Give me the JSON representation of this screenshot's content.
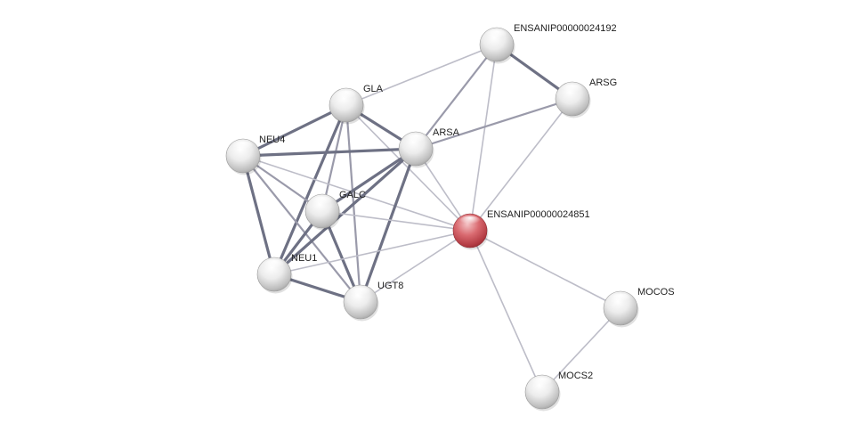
{
  "network": {
    "colors": {
      "node_default": "#e6e6e6",
      "node_query": "#d85a60",
      "edge_weak": "#bdbdc8",
      "edge_mid": "#9a9aaa",
      "edge_strong": "#6e7184"
    },
    "nodes": [
      {
        "id": "ENSANIP00000024192",
        "label": "ENSANIP00000024192",
        "query": false
      },
      {
        "id": "ARSG",
        "label": "ARSG",
        "query": false
      },
      {
        "id": "GLA",
        "label": "GLA",
        "query": false
      },
      {
        "id": "ARSA",
        "label": "ARSA",
        "query": false
      },
      {
        "id": "NEU4",
        "label": "NEU4",
        "query": false
      },
      {
        "id": "GALC",
        "label": "GALC",
        "query": false
      },
      {
        "id": "ENSANIP00000024851",
        "label": "ENSANIP00000024851",
        "query": true
      },
      {
        "id": "NEU1",
        "label": "NEU1",
        "query": false
      },
      {
        "id": "UGT8",
        "label": "UGT8",
        "query": false
      },
      {
        "id": "MOCOS",
        "label": "MOCOS",
        "query": false
      },
      {
        "id": "MOCS2",
        "label": "MOCS2",
        "query": false
      }
    ],
    "edges": [
      {
        "source": "ENSANIP00000024192",
        "target": "ARSG",
        "strength": "strong"
      },
      {
        "source": "ENSANIP00000024192",
        "target": "GLA",
        "strength": "weak"
      },
      {
        "source": "ENSANIP00000024192",
        "target": "ARSA",
        "strength": "mid"
      },
      {
        "source": "ENSANIP00000024192",
        "target": "ENSANIP00000024851",
        "strength": "weak"
      },
      {
        "source": "ARSG",
        "target": "ARSA",
        "strength": "mid"
      },
      {
        "source": "ARSG",
        "target": "ENSANIP00000024851",
        "strength": "weak"
      },
      {
        "source": "GLA",
        "target": "ARSA",
        "strength": "strong"
      },
      {
        "source": "GLA",
        "target": "NEU4",
        "strength": "strong"
      },
      {
        "source": "GLA",
        "target": "GALC",
        "strength": "mid"
      },
      {
        "source": "GLA",
        "target": "NEU1",
        "strength": "strong"
      },
      {
        "source": "GLA",
        "target": "UGT8",
        "strength": "mid"
      },
      {
        "source": "GLA",
        "target": "ENSANIP00000024851",
        "strength": "weak"
      },
      {
        "source": "NEU4",
        "target": "ARSA",
        "strength": "strong"
      },
      {
        "source": "NEU4",
        "target": "GALC",
        "strength": "mid"
      },
      {
        "source": "NEU4",
        "target": "NEU1",
        "strength": "strong"
      },
      {
        "source": "NEU4",
        "target": "UGT8",
        "strength": "mid"
      },
      {
        "source": "NEU4",
        "target": "ENSANIP00000024851",
        "strength": "weak"
      },
      {
        "source": "ARSA",
        "target": "GALC",
        "strength": "strong"
      },
      {
        "source": "ARSA",
        "target": "NEU1",
        "strength": "strong"
      },
      {
        "source": "ARSA",
        "target": "UGT8",
        "strength": "strong"
      },
      {
        "source": "ARSA",
        "target": "ENSANIP00000024851",
        "strength": "weak"
      },
      {
        "source": "GALC",
        "target": "NEU1",
        "strength": "strong"
      },
      {
        "source": "GALC",
        "target": "UGT8",
        "strength": "strong"
      },
      {
        "source": "GALC",
        "target": "ENSANIP00000024851",
        "strength": "weak"
      },
      {
        "source": "NEU1",
        "target": "UGT8",
        "strength": "strong"
      },
      {
        "source": "NEU1",
        "target": "ENSANIP00000024851",
        "strength": "weak"
      },
      {
        "source": "UGT8",
        "target": "ENSANIP00000024851",
        "strength": "weak"
      },
      {
        "source": "ENSANIP00000024851",
        "target": "MOCOS",
        "strength": "weak"
      },
      {
        "source": "ENSANIP00000024851",
        "target": "MOCS2",
        "strength": "weak"
      },
      {
        "source": "MOCOS",
        "target": "MOCS2",
        "strength": "weak"
      }
    ]
  }
}
